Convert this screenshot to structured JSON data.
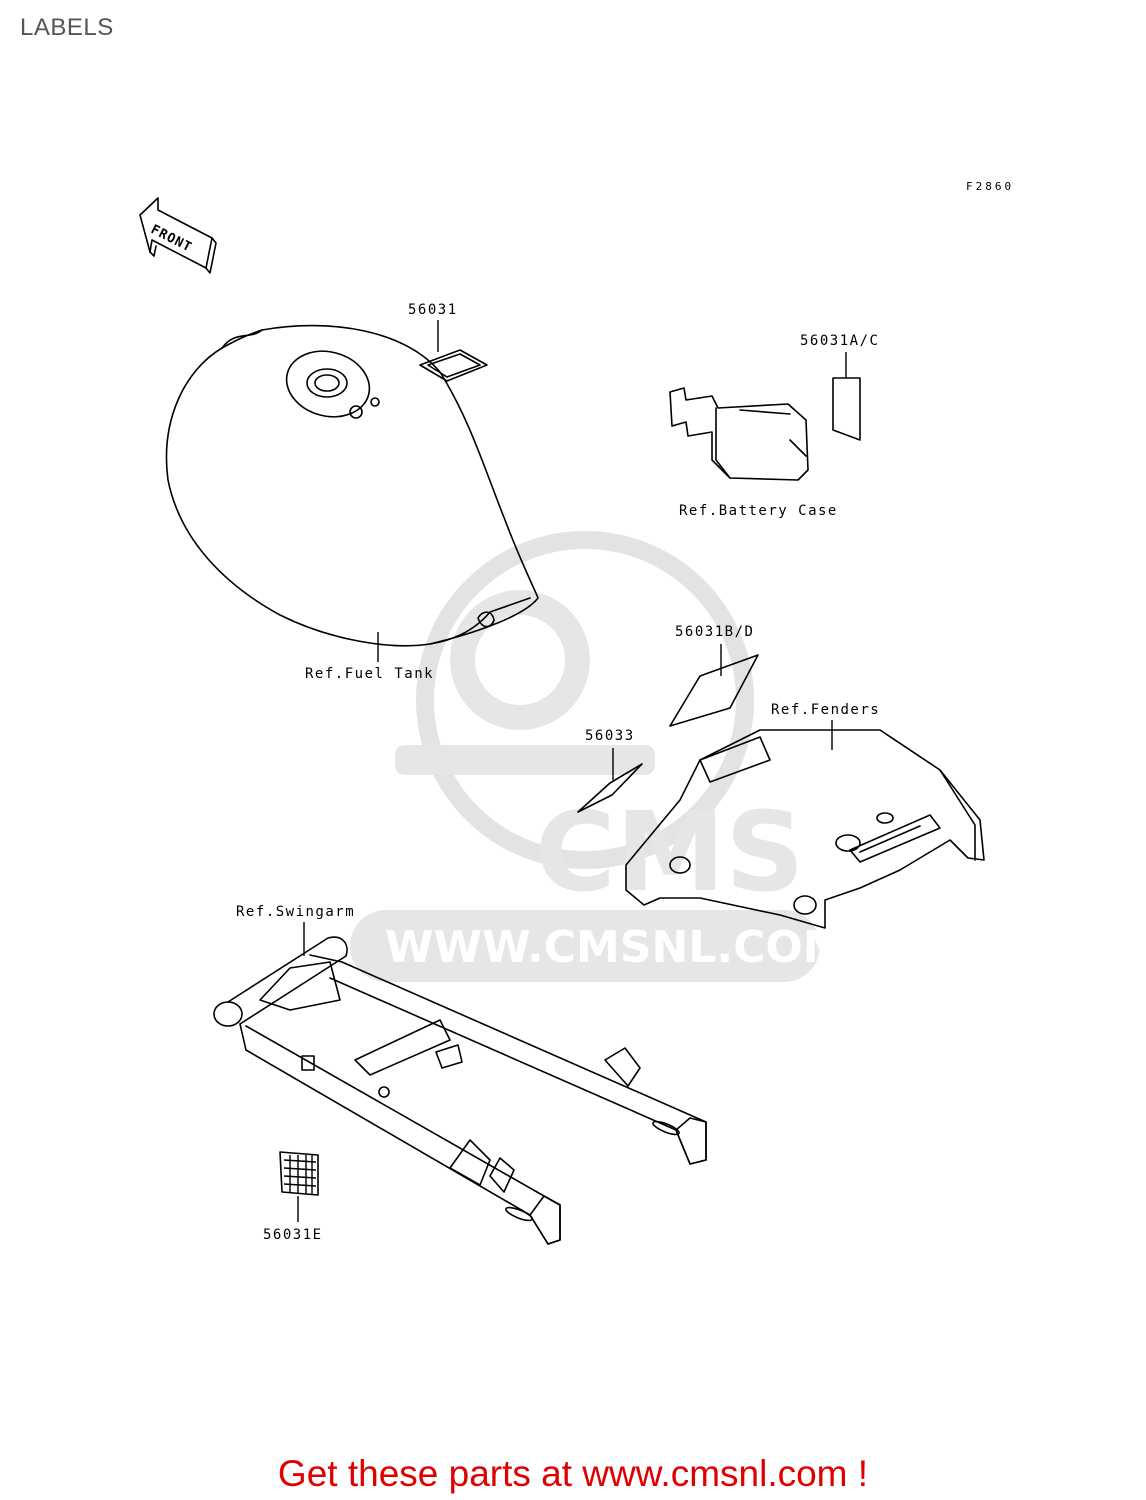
{
  "page": {
    "title": "LABELS",
    "figure_code": "F2860",
    "footer_cta": "Get these parts at www.cmsnl.com !"
  },
  "watermark": {
    "brand": "CMS",
    "url": "WWW.CMSNL.COM",
    "color": "#e6e6e6"
  },
  "direction_arrow": {
    "label": "FRONT"
  },
  "parts": [
    {
      "id": "56031",
      "label": "56031"
    },
    {
      "id": "56031AC",
      "label": "56031A/C"
    },
    {
      "id": "56031BD",
      "label": "56031B/D"
    },
    {
      "id": "56033",
      "label": "56033"
    },
    {
      "id": "56031E",
      "label": "56031E"
    }
  ],
  "references": {
    "fuel_tank": "Ref.Fuel Tank",
    "battery_case": "Ref.Battery Case",
    "fenders": "Ref.Fenders",
    "swingarm": "Ref.Swingarm"
  },
  "colors": {
    "footer": "#e00000",
    "title": "#555555",
    "line": "#000000"
  }
}
